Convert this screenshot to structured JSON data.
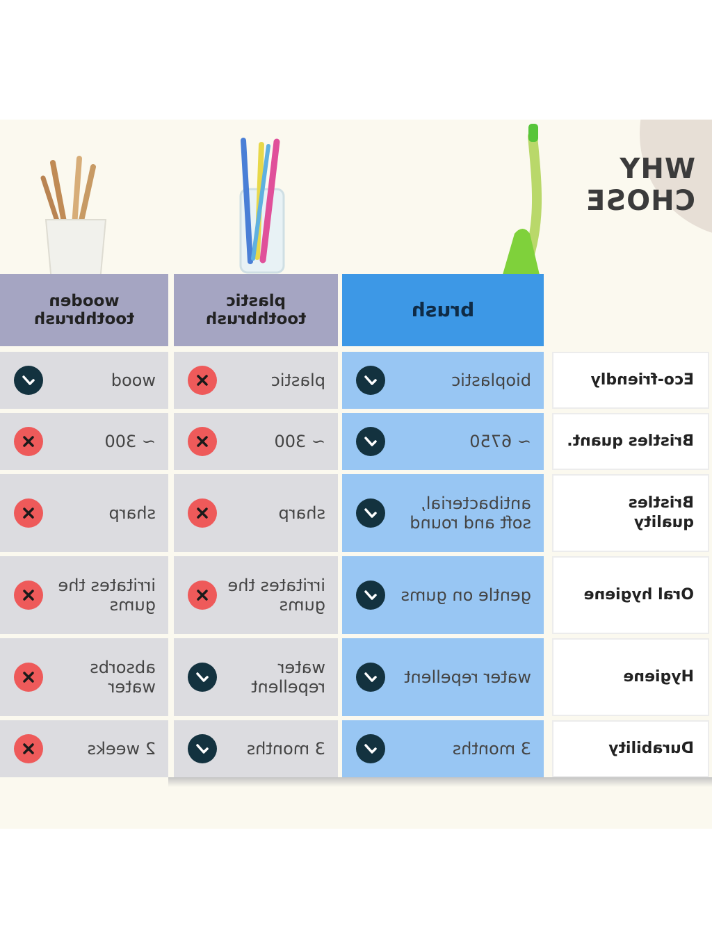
{
  "title": "WHY CHOSE",
  "columns": [
    {
      "label": "brush",
      "kind": "ours"
    },
    {
      "label": "plastic toothbrush",
      "kind": "other"
    },
    {
      "label": "wooden toothbrush",
      "kind": "other"
    }
  ],
  "rows": [
    {
      "label": "Eco-friendly",
      "cells": [
        {
          "text": "bioplastic",
          "mark": "check"
        },
        {
          "text": "plastic",
          "mark": "cross"
        },
        {
          "text": "wood",
          "mark": "check"
        }
      ]
    },
    {
      "label": "Bristles quant.",
      "cells": [
        {
          "text": "~ 6750",
          "mark": "check"
        },
        {
          "text": "~ 300",
          "mark": "cross"
        },
        {
          "text": "~ 300",
          "mark": "cross"
        }
      ]
    },
    {
      "label": "Bristles quality",
      "cells": [
        {
          "text": "antibacterial, soft and round",
          "mark": "check"
        },
        {
          "text": "sharp",
          "mark": "cross"
        },
        {
          "text": "sharp",
          "mark": "cross"
        }
      ]
    },
    {
      "label": "Oral hygiene",
      "cells": [
        {
          "text": "gentle on gums",
          "mark": "check"
        },
        {
          "text": "irritates the gums",
          "mark": "cross"
        },
        {
          "text": "irritates the gums",
          "mark": "cross"
        }
      ]
    },
    {
      "label": "Hygiene",
      "cells": [
        {
          "text": "water repellent",
          "mark": "check"
        },
        {
          "text": "water repellent",
          "mark": "check"
        },
        {
          "text": "absorbs water",
          "mark": "cross"
        }
      ]
    },
    {
      "label": "Durability",
      "cells": [
        {
          "text": "3 months",
          "mark": "check"
        },
        {
          "text": "3 months",
          "mark": "check"
        },
        {
          "text": "2 weeks",
          "mark": "cross"
        }
      ]
    }
  ],
  "colors": {
    "ours_header": "#3d98e6",
    "ours_cell": "#98c6f3",
    "other_header": "#a5a5c2",
    "other_cell": "#dcdce0",
    "check": "#13323f",
    "cross": "#ee5a5a"
  },
  "icons": {
    "check": "check-icon",
    "cross": "cross-icon"
  }
}
